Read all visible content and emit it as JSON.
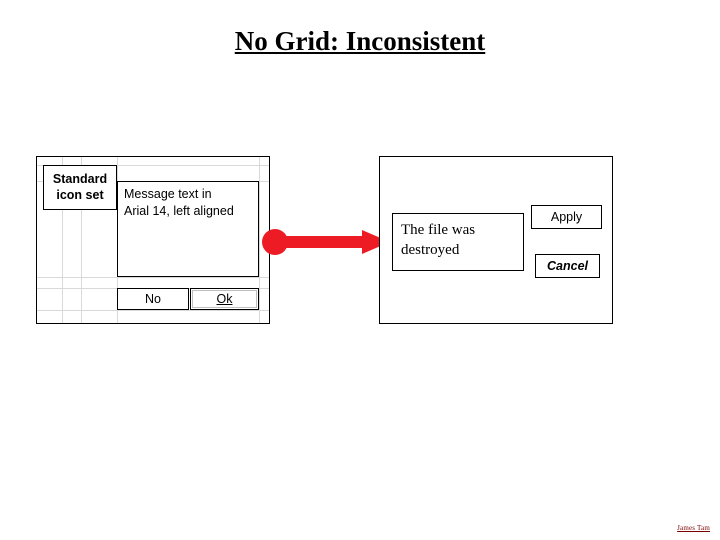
{
  "slide": {
    "title": "No Grid: Inconsistent"
  },
  "left_dialog": {
    "icon_set": {
      "line1": "Standard",
      "line2": "icon set"
    },
    "message": {
      "line1": "Message text in",
      "line2": "Arial 14, left aligned"
    },
    "buttons": {
      "no": "No",
      "ok": "Ok"
    }
  },
  "right_dialog": {
    "message": {
      "line1": "The file was",
      "line2": "destroyed"
    },
    "buttons": {
      "apply": "Apply",
      "cancel": "Cancel"
    }
  },
  "decorations": {
    "arrow_color": "#ED1C24",
    "bolt_outline_color": "#C00000",
    "arrow_name": "red-arrow",
    "bolt_name": "lightning-bolt"
  },
  "footer": {
    "credit": "James  Tam"
  }
}
